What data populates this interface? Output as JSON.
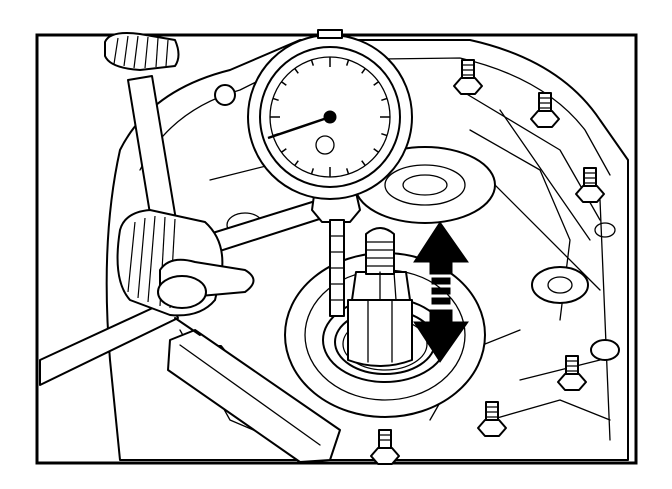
{
  "figure": {
    "background": "#ffffff",
    "ink": "#000000",
    "components": [
      "dial-indicator-gauge",
      "magnetic-stand-arm",
      "stand-clamp",
      "extension-rod",
      "threaded-pin-adapter",
      "double-headed-arrow",
      "gearbox-housing",
      "housing-bolts"
    ]
  }
}
